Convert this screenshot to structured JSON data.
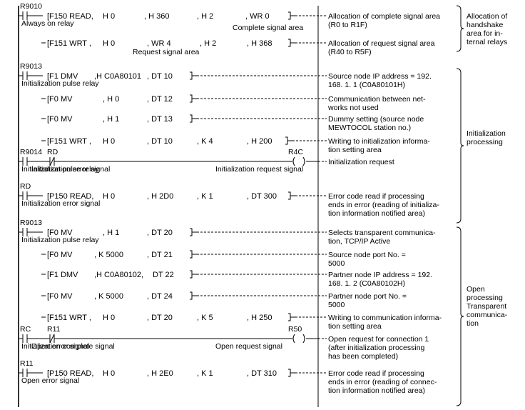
{
  "rungs": [
    {
      "contact": "R9010",
      "contact_label": "Always on relay",
      "instruction": {
        "op": "[F150 READ,",
        "a": "H 0",
        "b": ", H 360",
        "c": ", H 2",
        "d": ", WR 0",
        "under": "Complete signal area"
      },
      "comment": [
        "Allocation of complete signal area",
        "(R0 to R1F)"
      ]
    },
    {
      "instruction": {
        "op": "[F151 WRT ,",
        "a": "H 0",
        "b": ", WR 4",
        "c": ", H 2",
        "d": ", H 368",
        "under_b": "Request signal area"
      },
      "comment": [
        "Allocation of request signal area",
        "(R40 to R5F)"
      ]
    },
    {
      "contact": "R9013",
      "contact_label": "Initialization pulse relay",
      "instruction": {
        "op": "[F1 DMV",
        "a": ",H C0A80101",
        "b": ", DT 10"
      },
      "comment": [
        "Source node IP address = 192.",
        "168. 1. 1 (C0A80101H)"
      ]
    },
    {
      "instruction": {
        "op": "[F0 MV",
        "a": ", H 0",
        "b": ", DT 12"
      },
      "comment": [
        "Communication between net-",
        "works not used"
      ]
    },
    {
      "instruction": {
        "op": "[F0 MV",
        "a": ", H 1",
        "b": ", DT 13"
      },
      "comment": [
        "Dummy setting (source node",
        "MEWTOCOL station no.)"
      ]
    },
    {
      "instruction": {
        "op": "[F151 WRT ,",
        "a": "H 0",
        "b": ", DT 10",
        "c": ", K 4",
        "d": ", H 200"
      },
      "comment": [
        "Writing to initialization informa-",
        "tion setting area"
      ]
    },
    {
      "contact": "R9014",
      "contact2": "RD",
      "label_under2": "Initialization error signal",
      "contact_label": "Initialization pulse relay",
      "coil": "R4C",
      "coil_label": "Initialization request signal",
      "comment": [
        "Initialization request"
      ]
    },
    {
      "contact": "RD",
      "contact_label": "Initialization error signal",
      "instruction": {
        "op": "[P150 READ,",
        "a": "H 0",
        "b": ", H 2D0",
        "c": ", K 1",
        "d": ", DT 300"
      },
      "comment": [
        "Error code read if processing",
        "ends in error (reading of initializa-",
        "tion information notified area)"
      ]
    },
    {
      "contact": "R9013",
      "contact_label": "Initialization pulse relay",
      "instruction": {
        "op": "[F0 MV",
        "a": ", H 1",
        "b": ", DT 20"
      },
      "comment": [
        "Selects transparent communica-",
        "tion, TCP/IP Active"
      ]
    },
    {
      "instruction": {
        "op": "[F0 MV",
        "a": ", K 5000",
        "b": ", DT 21"
      },
      "comment": [
        "Source node port No. =",
        "5000"
      ]
    },
    {
      "instruction": {
        "op": "[F1 DMV",
        "a": ",H C0A80102,",
        "b": "DT 22"
      },
      "comment": [
        "Partner node IP address = 192.",
        "168. 1. 2 (C0A80102H)"
      ]
    },
    {
      "instruction": {
        "op": "[F0 MV",
        "a": ", K 5000",
        "b": ", DT 24"
      },
      "comment": [
        "Partner node port No. =",
        "5000"
      ]
    },
    {
      "instruction": {
        "op": "[F151 WRT ,",
        "a": "H 0",
        "b": ", DT 20",
        "c": ", K 5",
        "d": ", H 250"
      },
      "comment": [
        "Writing to communication informa-",
        "tion setting area"
      ]
    },
    {
      "contact": "RC",
      "contact2": "R11",
      "label_under2": "Open error signal",
      "contact_label": "Initialization complete signal",
      "coil": "R50",
      "coil_label": "Open request signal",
      "comment": [
        "Open request for connection 1",
        "(after initialization processing",
        "has been completed)"
      ]
    },
    {
      "contact": "R11",
      "contact_label": "Open error signal",
      "instruction": {
        "op": "[P150 READ,",
        "a": "H 0",
        "b": ", H 2E0",
        "c": ", K 1",
        "d": ", DT 310"
      },
      "comment": [
        "Error code read if processing",
        "ends in error (reading of connec-",
        "tion information notified area)"
      ]
    }
  ],
  "groups": [
    {
      "label": [
        "Allocation of",
        "handshake",
        "area for in-",
        "ternal relays"
      ]
    },
    {
      "label": [
        "Initialization",
        "processing"
      ]
    },
    {
      "label": [
        "Open",
        "processing",
        "Transparent",
        "communica-",
        "tion"
      ]
    }
  ]
}
